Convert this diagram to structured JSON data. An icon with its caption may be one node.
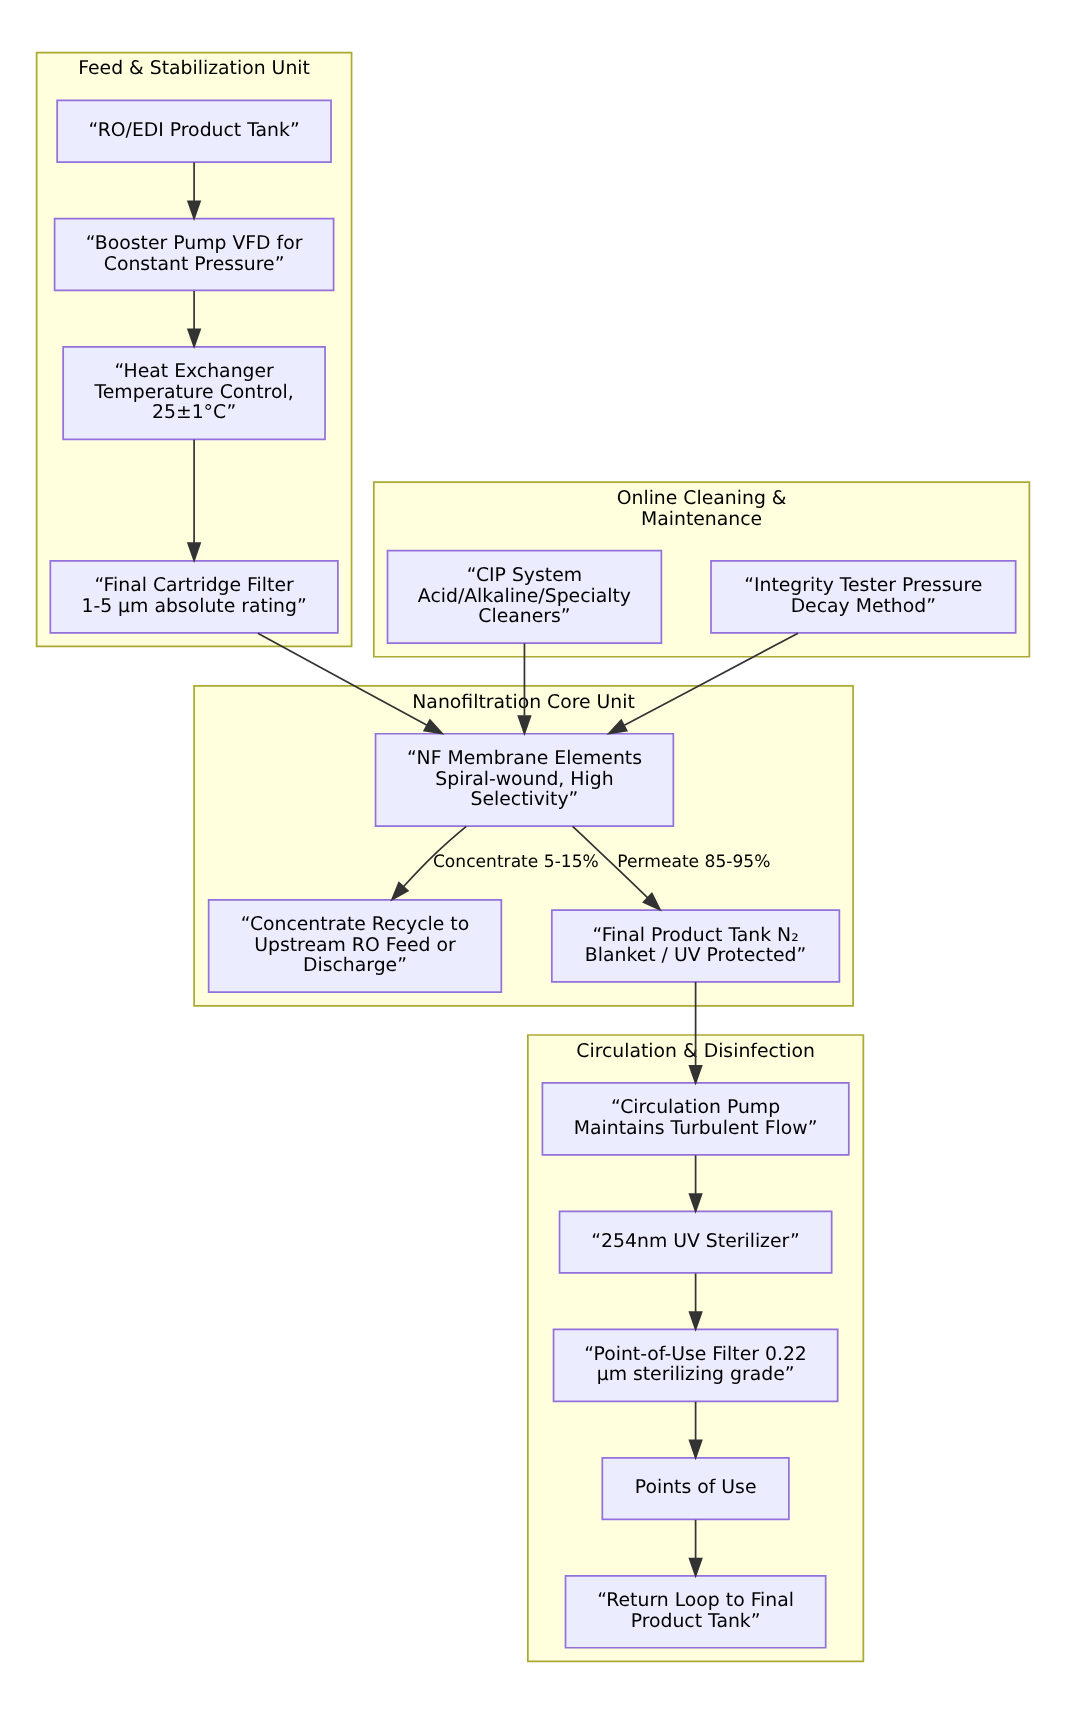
{
  "diagram": {
    "nodes": [
      {
        "text": [
          "Feed & Stabilization Unit"
        ]
      },
      {
        "text": [
          "“RO/EDI Product Tank”"
        ],
        "in": 0
      },
      {
        "text": [
          "“Booster Pump VFD for Constant Pressure”"
        ],
        "in": 0
      },
      {
        "text": [
          "“Heat Exchanger Temperature Control, 25±1°C”"
        ],
        "in": 0
      },
      {
        "text": [
          "“Final Cartridge Filter 1-5 μm absolute rating”"
        ],
        "in": 0
      },
      {
        "text": [
          "Online Cleaning & Maintenance"
        ]
      },
      {
        "text": [
          "“CIP System Acid/Alkaline/Specialty Cleaners”"
        ],
        "in": 5
      },
      {
        "text": [
          "“Integrity Tester Pressure Decay Method”"
        ],
        "in": 5
      },
      {
        "text": [
          "Nanofiltration Core Unit"
        ]
      },
      {
        "text": [
          "“NF Membrane Elements Spiral-wound, High Selectivity”"
        ],
        "in": 8
      },
      {
        "text": [
          "“Concentrate Recycle to Upstream RO Feed or Discharge”"
        ],
        "in": 8
      },
      {
        "text": [
          "“Final Product Tank N₂ Blanket / UV Protected”"
        ],
        "in": 8
      },
      {
        "text": [
          "Circulation & Disinfection"
        ]
      },
      {
        "text": [
          "“Circulation Pump Maintains Turbulent Flow”"
        ],
        "in": 12
      },
      {
        "text": [
          "“254nm UV Sterilizer”"
        ],
        "in": 12
      },
      {
        "text": [
          "“Point-of-Use Filter 0.22 μm sterilizing grade”"
        ],
        "in": 12
      },
      {
        "text": [
          "Points of Use"
        ],
        "in": 12
      },
      {
        "text": [
          "“Return Loop to Final Product Tank”"
        ],
        "in": 12
      }
    ],
    "edges": [
      {
        "from": 1,
        "to": 2,
        "arrow": "to"
      },
      {
        "from": 2,
        "to": 3,
        "arrow": "to"
      },
      {
        "from": 3,
        "to": 4,
        "arrow": "to"
      },
      {
        "from": 4,
        "to": 9,
        "arrow": "to"
      },
      {
        "from": 6,
        "to": 9,
        "arrow": "to"
      },
      {
        "from": 7,
        "to": 9,
        "arrow": "to"
      },
      {
        "from": 9,
        "to": 10,
        "arrow": "to",
        "label": "Concentrate 5-15%"
      },
      {
        "from": 9,
        "to": 11,
        "arrow": "to",
        "label": "Permeate 85-95%"
      },
      {
        "from": 11,
        "to": 13,
        "arrow": "to"
      },
      {
        "from": 13,
        "to": 14,
        "arrow": "to"
      },
      {
        "from": 14,
        "to": 15,
        "arrow": "to"
      },
      {
        "from": 15,
        "to": 16,
        "arrow": "to"
      },
      {
        "from": 16,
        "to": 17,
        "arrow": "to"
      }
    ]
  }
}
